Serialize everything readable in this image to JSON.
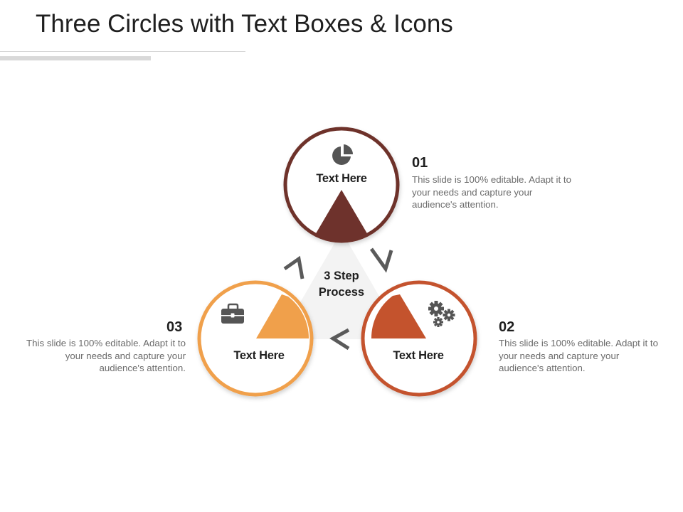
{
  "title": "Three Circles with Text Boxes & Icons",
  "center_label": {
    "line1": "3 Step",
    "line2": "Process"
  },
  "steps": [
    {
      "number": "01",
      "label": "Text Here",
      "description": "This slide is 100% editable. Adapt it to your needs and capture your audience's attention.",
      "color": "#6e322c",
      "icon": "pie-chart-icon"
    },
    {
      "number": "02",
      "label": "Text Here",
      "description": "This slide is 100% editable. Adapt it to your needs and capture your audience's attention.",
      "color": "#c4532d",
      "icon": "gears-icon"
    },
    {
      "number": "03",
      "label": "Text Here",
      "description": "This slide is 100% editable. Adapt it to your needs and capture your audience's attention.",
      "color": "#f0a04b",
      "icon": "briefcase-icon"
    }
  ],
  "colors": {
    "icon": "#555555",
    "arrow": "#5a5a5a",
    "triangle": "#f3f3f3"
  }
}
